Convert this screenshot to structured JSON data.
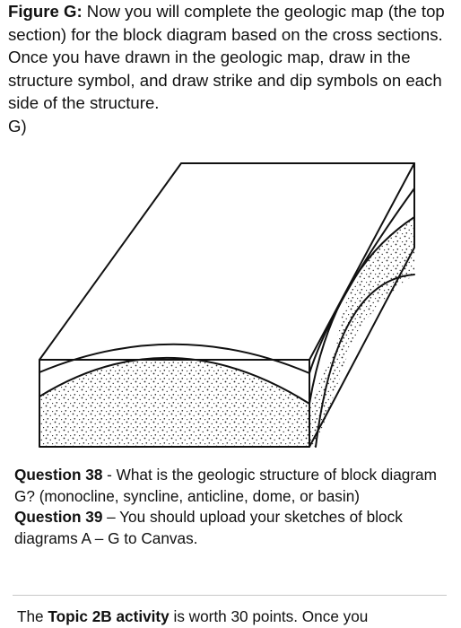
{
  "intro": {
    "figure_label": "Figure G:",
    "figure_text": " Now you will complete the geologic map (the top section) for the block diagram based on the cross sections. Once you have drawn in the geologic map, draw in the structure symbol, and draw strike and dip symbols on each side of the structure.",
    "item_label": "G)"
  },
  "questions": {
    "q38_label": "Question 38",
    "q38_text": " - What is the geologic structure of block diagram G? (monocline, syncline, anticline, dome, or basin)",
    "q39_label": "Question 39",
    "q39_text": " – You should upload your sketches of block diagrams A – G to Canvas."
  },
  "footer": {
    "prefix": "The ",
    "bold": "Topic 2B activity",
    "suffix": " is worth 30 points. Once you"
  }
}
